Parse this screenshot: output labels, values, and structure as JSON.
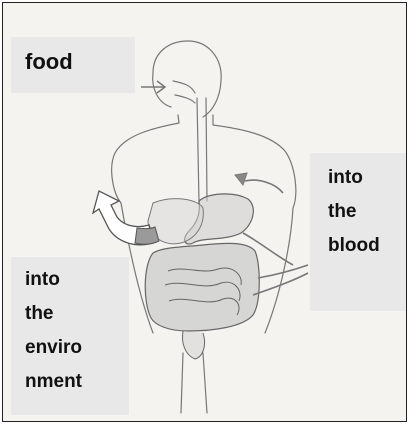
{
  "labels": {
    "food": "food",
    "blood": [
      "into",
      "the",
      "blood"
    ],
    "environment": [
      "into",
      "the",
      "enviro",
      "nment"
    ]
  },
  "colors": {
    "pencil": "#777777",
    "label_bg": "#e8e8e8",
    "arrow_fill": "#9a9a9a"
  }
}
